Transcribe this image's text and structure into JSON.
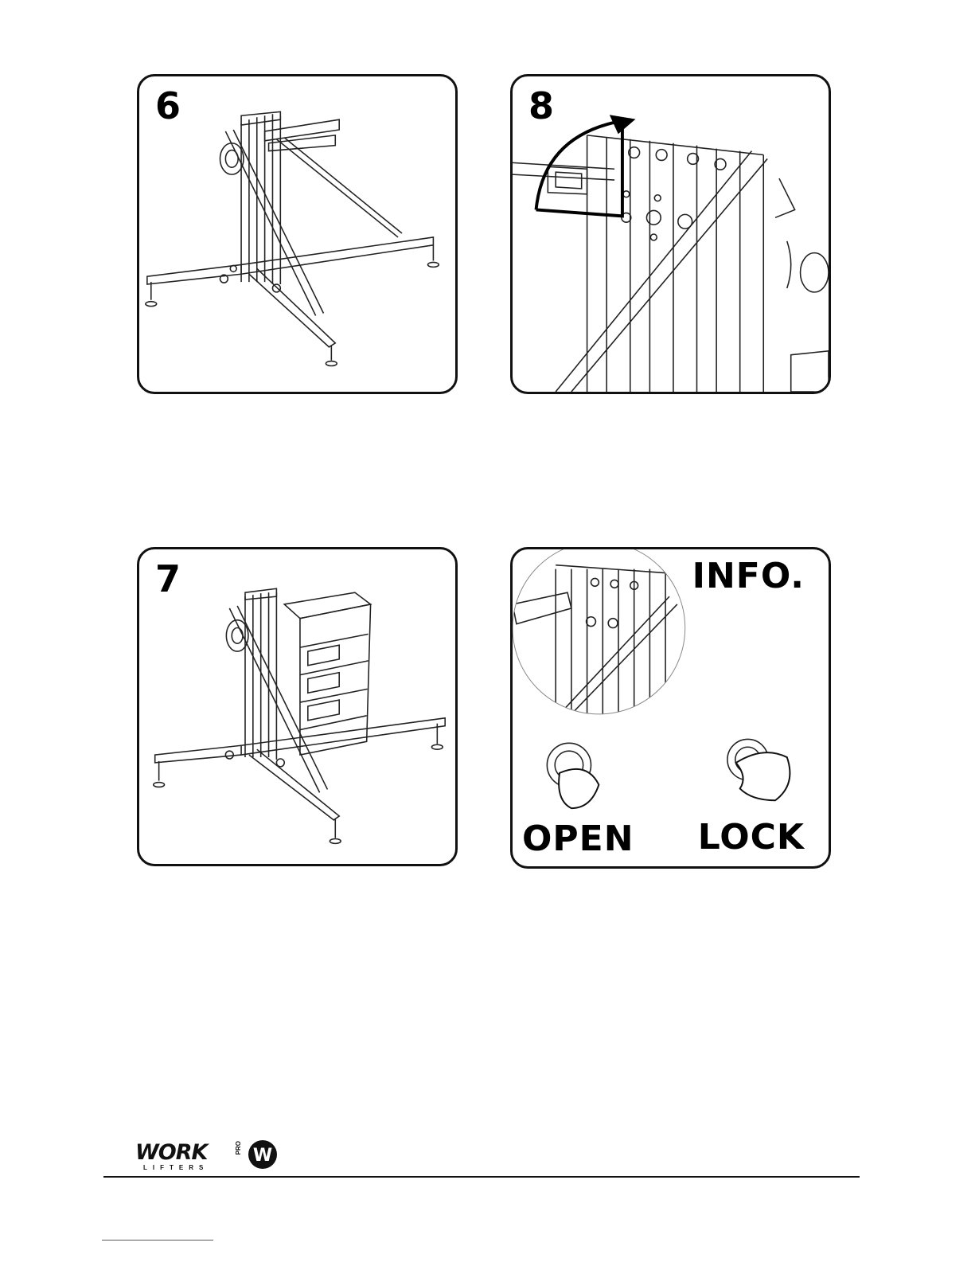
{
  "panels": {
    "step6": {
      "number": "6"
    },
    "step8": {
      "number": "8"
    },
    "step7": {
      "number": "7"
    },
    "info": {
      "title": "INFO.",
      "open_label": "OPEN",
      "lock_label": "LOCK"
    }
  },
  "footer": {
    "logo": {
      "word": "WORK",
      "sub": "LIFTERS",
      "pro": "PRO",
      "badge_letter": "W"
    }
  },
  "colors": {
    "line": "#111111",
    "link": "#3a50d8"
  },
  "icons": [
    "lift-tower-illustration",
    "loaded-lift-illustration",
    "rotation-arrow-icon",
    "pin-open-icon",
    "pin-lock-icon"
  ]
}
